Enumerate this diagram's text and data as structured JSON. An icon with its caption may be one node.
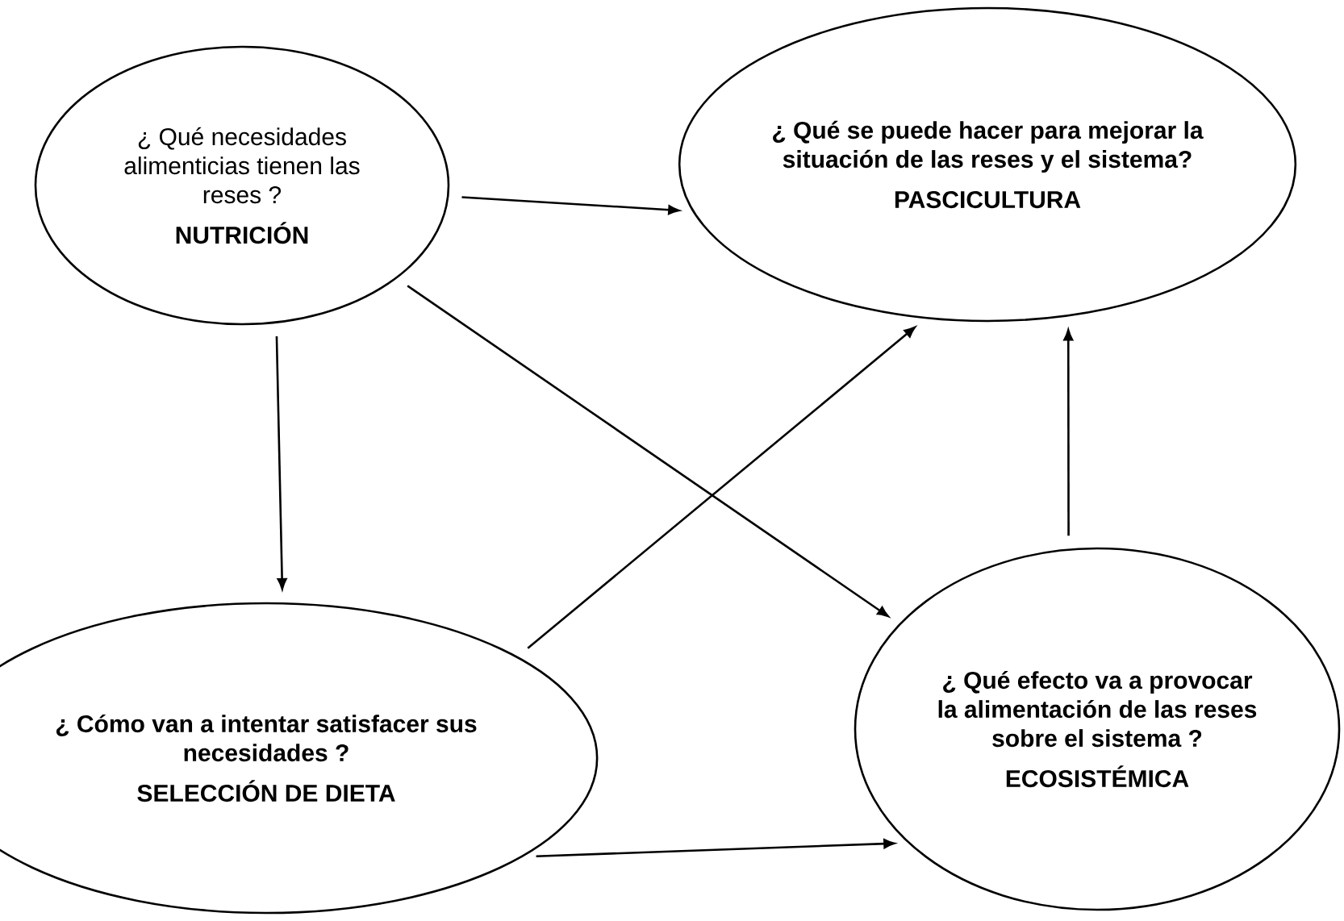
{
  "diagram": {
    "nodes": [
      {
        "text": [
          "¿ Qué necesidades alimenticias tienen las reses ?",
          "NUTRICIÓN"
        ]
      },
      {
        "text": [
          "¿ Qué se puede hacer para mejorar la situación de las reses y el sistema?",
          "PASCICULTURA"
        ]
      },
      {
        "text": [
          "¿ Cómo van a intentar satisfacer sus necesidades ?",
          "SELECCIÓN DE DIETA"
        ]
      },
      {
        "text": [
          "¿ Qué efecto va a provocar la alimentación de las reses sobre el sistema ?",
          "ECOSISTÉMICA"
        ]
      }
    ],
    "edges": [
      {
        "from": 0,
        "to": 1,
        "arrow": "to"
      },
      {
        "from": 0,
        "to": 2,
        "arrow": "to"
      },
      {
        "from": 0,
        "to": 3,
        "arrow": "to"
      },
      {
        "from": 2,
        "to": 1,
        "arrow": "to"
      },
      {
        "from": 2,
        "to": 3,
        "arrow": "to"
      },
      {
        "from": 3,
        "to": 1,
        "arrow": "to"
      }
    ]
  }
}
